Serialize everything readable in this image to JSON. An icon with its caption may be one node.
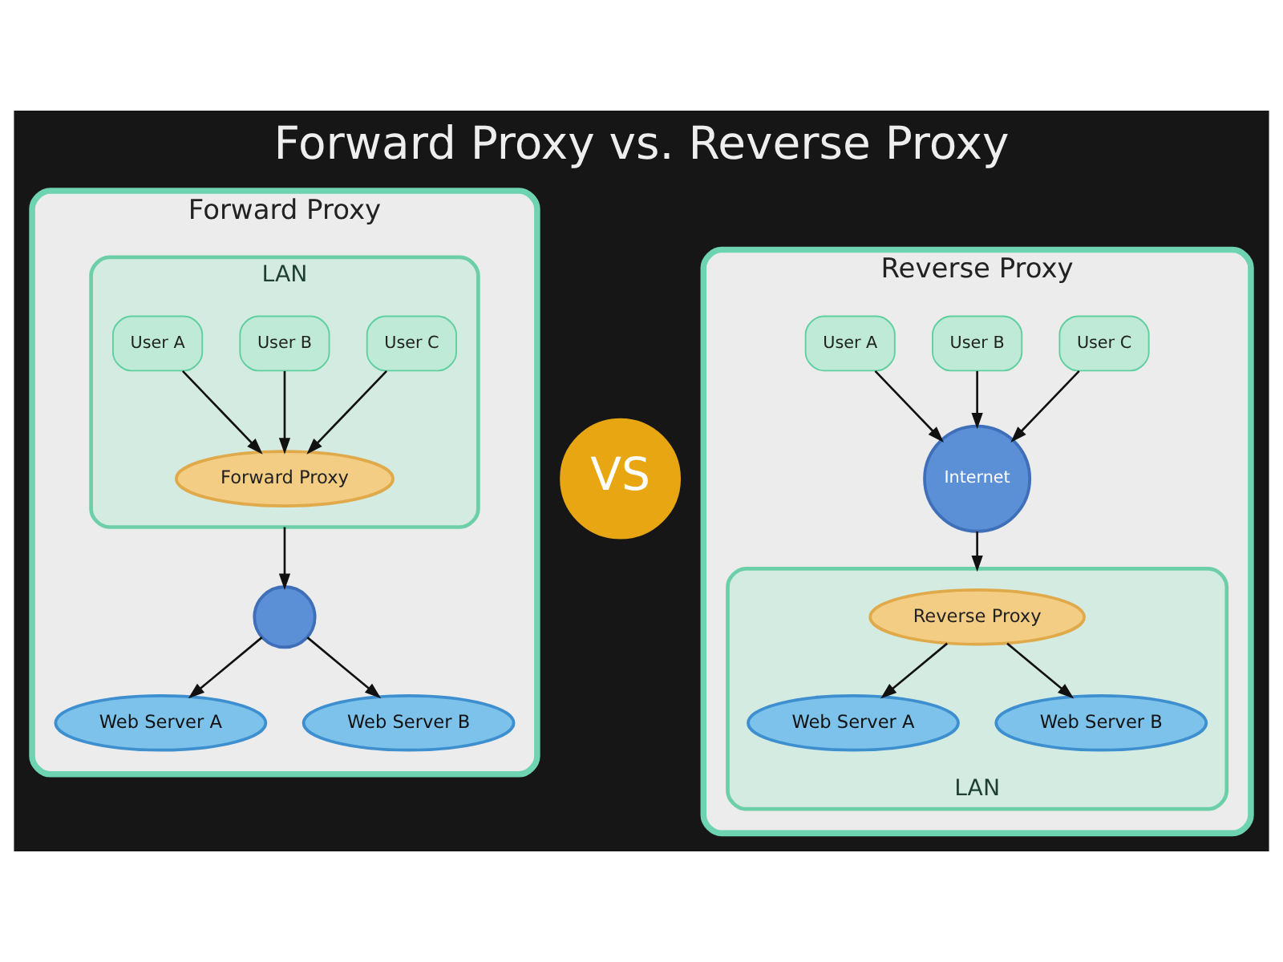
{
  "diagram": {
    "title": "Forward Proxy vs. Reverse Proxy",
    "nodes": [
      {
        "text": [
          "Forward Proxy"
        ]
      },
      {
        "text": [
          "LAN"
        ],
        "in": 0
      },
      {
        "text": [
          "User A"
        ],
        "in": 1
      },
      {
        "text": [
          "User B"
        ],
        "in": 1
      },
      {
        "text": [
          "User C"
        ],
        "in": 1
      },
      {
        "text": [
          "Forward Proxy"
        ],
        "in": 1
      },
      {
        "text": [],
        "shape": "globe",
        "in": 0
      },
      {
        "text": [
          "Web Server A"
        ],
        "in": 0
      },
      {
        "text": [
          "Web Server B"
        ],
        "in": 0
      },
      {
        "text": [
          "VS"
        ]
      },
      {
        "text": [
          "Reverse Proxy"
        ]
      },
      {
        "text": [
          "User A"
        ],
        "in": 10
      },
      {
        "text": [
          "User B"
        ],
        "in": 10
      },
      {
        "text": [
          "User C"
        ],
        "in": 10
      },
      {
        "text": [
          "Internet"
        ],
        "in": 10
      },
      {
        "text": [
          "LAN"
        ],
        "in": 10
      },
      {
        "text": [
          "Reverse Proxy"
        ],
        "in": 15
      },
      {
        "text": [
          "Web Server A"
        ],
        "in": 15
      },
      {
        "text": [
          "Web Server B"
        ],
        "in": 15
      }
    ],
    "edges": [
      {
        "from": 2,
        "to": 5,
        "arrow": "to"
      },
      {
        "from": 3,
        "to": 5,
        "arrow": "to"
      },
      {
        "from": 4,
        "to": 5,
        "arrow": "to"
      },
      {
        "from": 1,
        "to": 6,
        "arrow": "to"
      },
      {
        "from": 6,
        "to": 7,
        "arrow": "to"
      },
      {
        "from": 6,
        "to": 8,
        "arrow": "to"
      },
      {
        "from": 11,
        "to": 14,
        "arrow": "to"
      },
      {
        "from": 12,
        "to": 14,
        "arrow": "to"
      },
      {
        "from": 13,
        "to": 14,
        "arrow": "to"
      },
      {
        "from": 14,
        "to": 15,
        "arrow": "to"
      },
      {
        "from": 16,
        "to": 17,
        "arrow": "to"
      },
      {
        "from": 16,
        "to": 18,
        "arrow": "to"
      }
    ]
  }
}
